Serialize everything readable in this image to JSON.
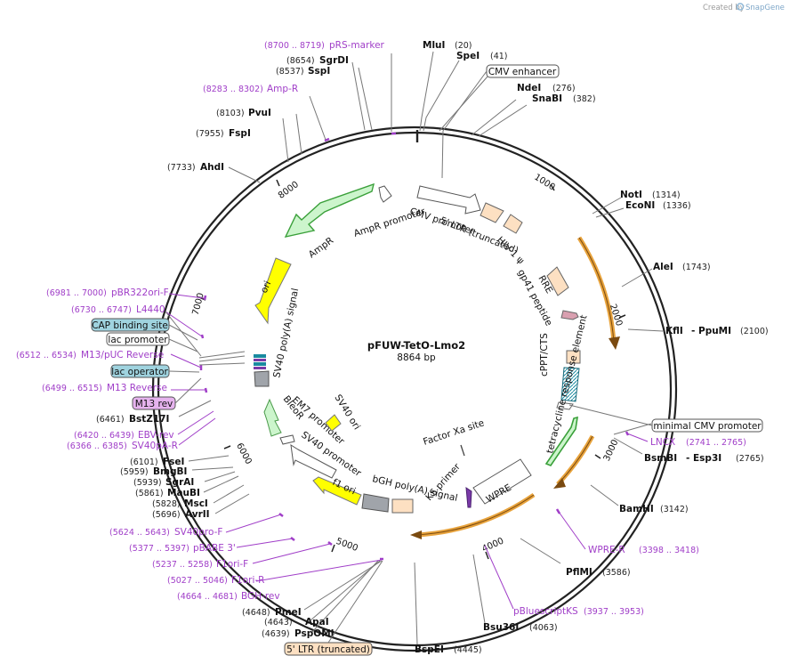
{
  "title": "pFUW-TetO-Lmo2",
  "subtitle": "8864 bp",
  "brand": "Created by",
  "brand_name": "SnapGene",
  "ticks": [
    "1000",
    "2000",
    "3000",
    "4000",
    "5000",
    "6000",
    "7000",
    "8000"
  ],
  "enzymes": [
    {
      "name": "MluI",
      "pos": "(20)"
    },
    {
      "name": "SpeI",
      "pos": "(41)"
    },
    {
      "name": "NdeI",
      "pos": "(276)"
    },
    {
      "name": "SnaBI",
      "pos": "(382)"
    },
    {
      "name": "NotI",
      "pos": "(1314)"
    },
    {
      "name": "EcoNI",
      "pos": "(1336)"
    },
    {
      "name": "AleI",
      "pos": "(1743)"
    },
    {
      "name": "KflI",
      "pos": "(2100)"
    },
    {
      "name": "PpuMI",
      "pos": ""
    },
    {
      "name": "BsmBI",
      "pos": "(2765)"
    },
    {
      "name": "Esp3I",
      "pos": ""
    },
    {
      "name": "BamHI",
      "pos": "(3142)"
    },
    {
      "name": "PflMI",
      "pos": "(3586)"
    },
    {
      "name": "Bsu36I",
      "pos": "(4063)"
    },
    {
      "name": "BspEI",
      "pos": "(4445)"
    },
    {
      "name": "PspOMI",
      "pos": "(4639)"
    },
    {
      "name": "ApaI",
      "pos": "(4643)"
    },
    {
      "name": "PmeI",
      "pos": "(4648)"
    },
    {
      "name": "AvrII",
      "pos": "(5696)"
    },
    {
      "name": "MscI",
      "pos": "(5828)"
    },
    {
      "name": "MauBI",
      "pos": "(5861)"
    },
    {
      "name": "SgrAI",
      "pos": "(5939)"
    },
    {
      "name": "BmgBI",
      "pos": "(5959)"
    },
    {
      "name": "FseI",
      "pos": "(6101)"
    },
    {
      "name": "BstZ17I",
      "pos": "(6461)"
    },
    {
      "name": "AhdI",
      "pos": "(7733)"
    },
    {
      "name": "FspI",
      "pos": "(7955)"
    },
    {
      "name": "PvuI",
      "pos": "(8103)"
    },
    {
      "name": "SspI",
      "pos": "(8537)"
    },
    {
      "name": "SgrDI",
      "pos": "(8654)"
    }
  ],
  "primers": [
    {
      "name": "pRS-marker",
      "pos": "(8700 .. 8719)"
    },
    {
      "name": "Amp-R",
      "pos": "(8283 .. 8302)"
    },
    {
      "name": "pBR322ori-F",
      "pos": "(6981 .. 7000)"
    },
    {
      "name": "L4440",
      "pos": "(6730 .. 6747)"
    },
    {
      "name": "M13/pUC Reverse",
      "pos": "(6512 .. 6534)"
    },
    {
      "name": "M13 Reverse",
      "pos": "(6499 .. 6515)"
    },
    {
      "name": "EBV-rev",
      "pos": "(6420 .. 6439)"
    },
    {
      "name": "SV40pA-R",
      "pos": "(6366 .. 6385)"
    },
    {
      "name": "SV40pro-F",
      "pos": "(5624 .. 5643)"
    },
    {
      "name": "pBABE 3'",
      "pos": "(5377 .. 5397)"
    },
    {
      "name": "F1ori-F",
      "pos": "(5237 .. 5258)"
    },
    {
      "name": "F1ori-R",
      "pos": "(5027 .. 5046)"
    },
    {
      "name": "BGH-rev",
      "pos": "(4664 .. 4681)"
    },
    {
      "name": "LNCX",
      "pos": "(2741 .. 2765)"
    },
    {
      "name": "WPRE-R",
      "pos": "(3398 .. 3418)"
    },
    {
      "name": "pBluescriptKS",
      "pos": "(3937 .. 3953)"
    }
  ],
  "boxed_labels": [
    {
      "text": "CMV enhancer",
      "fill": "#ffffff"
    },
    {
      "text": "CAP binding site",
      "fill": "#9fd3df"
    },
    {
      "text": "lac promoter",
      "fill": "#ffffff"
    },
    {
      "text": "lac operator",
      "fill": "#9fd3df"
    },
    {
      "text": "M13 rev",
      "fill": "#e6b3ee"
    },
    {
      "text": "minimal CMV promoter",
      "fill": "#ffffff"
    },
    {
      "text": "5' LTR (truncated)",
      "fill": "#fde0c2"
    }
  ],
  "features": {
    "cmv_promoter": "CMV promoter",
    "ltr5": "5' LTR (truncated)",
    "hiv_psi": "HIV-1 ψ",
    "rre": "RRE",
    "gp41": "gp41 peptide",
    "cppt": "cPPT/CTS",
    "tre": "tetracycline response element",
    "factor_xa": "Factor Xa site",
    "ks_primer": "KS primer",
    "wpre": "WPRE",
    "bgh": "bGH poly(A) signal",
    "f1ori": "f1 ori",
    "sv40_promoter": "SV40 promoter",
    "em7": "EM7 promoter",
    "bleor": "BleoR",
    "sv40_ori": "SV40 ori",
    "sv40_polya": "SV40 poly(A) signal",
    "ori": "ori",
    "ampr": "AmpR",
    "ampr_promoter": "AmpR promoter"
  },
  "colors": {
    "primer": "#a03ec8",
    "ampr": "#ccf5cc",
    "ori": "#ffff00",
    "orf_outline": "#e8a33c",
    "ltr": "#fde0c2"
  }
}
